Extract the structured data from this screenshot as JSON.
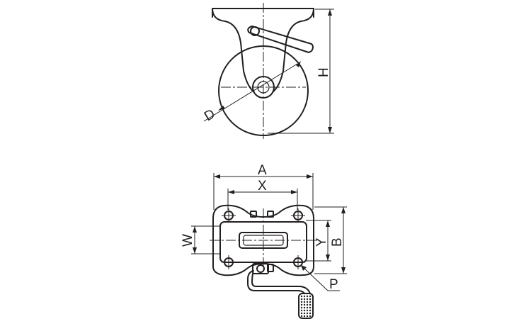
{
  "labels": {
    "H": "H",
    "D": "D",
    "A": "A",
    "X": "X",
    "W": "W",
    "Y": "Y",
    "B": "B",
    "P": "P"
  }
}
